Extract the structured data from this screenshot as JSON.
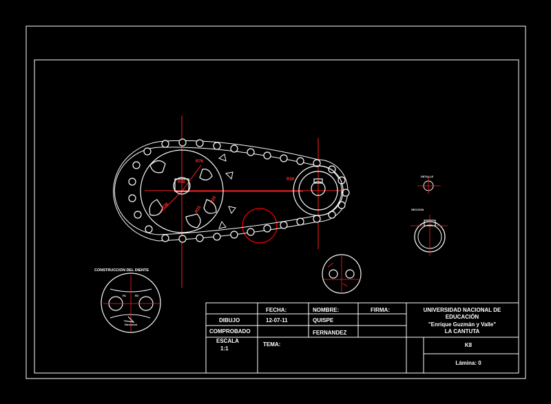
{
  "colors": {
    "background": "#000000",
    "line": "#ffffff",
    "construction": "#ff2020",
    "accent": "#ff0000"
  },
  "detail": {
    "tooth_construction_label": "CONSTRUCCION DEL DIENTE",
    "direction_label": "Dirección",
    "small_label_a": "R1",
    "small_label_b": "R2"
  },
  "dimension_labels": {
    "top": "R76",
    "left_a": "R38",
    "left_b": "R25",
    "right_a": "R20",
    "right_b": "R30",
    "small_sprocket": "R40"
  },
  "side_view_labels": {
    "top": "DETALLE",
    "bottom": "SECCION"
  },
  "title_block": {
    "fecha_header": "FECHA:",
    "nombre_header": "NOMBRE:",
    "firma_header": "FIRMA:",
    "dibujo_label": "DIBUJO",
    "dibujo_fecha": "12-07-11",
    "dibujo_nombre": "QUISPE",
    "comprobado_label": "COMPROBADO",
    "comprobado_nombre": "FERNANDEZ",
    "escala_label": "ESCALA",
    "escala_value": "1:1",
    "tema_label": "TEMA:",
    "university_line1": "UNIVERSIDAD NACIONAL DE",
    "university_line2": "EDUCACIÓN",
    "university_line3": "\"Enrique Guzmán y Valle\"",
    "university_line4": "LA CANTUTA",
    "code": "K8",
    "lamina": "Lámina: 0"
  }
}
